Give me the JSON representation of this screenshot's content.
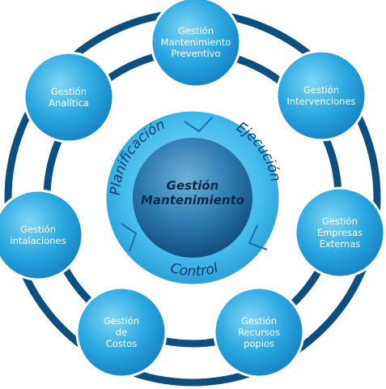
{
  "center": {
    "line1": "Gestión",
    "line2": "Mantenimiento"
  },
  "cycle": {
    "planificacion": "Planificación",
    "ejecucion": "Ejecución",
    "control": "Control"
  },
  "nodes": [
    {
      "id": "preventivo",
      "lines": [
        "Gestión",
        "Mantenimiento",
        "Preventivo"
      ]
    },
    {
      "id": "intervenciones",
      "lines": [
        "Gestión",
        "Intervenciones"
      ]
    },
    {
      "id": "empresas",
      "lines": [
        "Gestión",
        "Empresas",
        "Externas"
      ]
    },
    {
      "id": "recursos",
      "lines": [
        "Gestión",
        "Recursos",
        "popios"
      ]
    },
    {
      "id": "costos",
      "lines": [
        "Gestión",
        "de",
        "Costos"
      ]
    },
    {
      "id": "instalaciones",
      "lines": [
        "Gestión",
        "intalaciones"
      ]
    },
    {
      "id": "analitica",
      "lines": [
        "Gestión",
        "Analítica"
      ]
    }
  ],
  "colors": {
    "ring": "#0d4f7e",
    "node_light": "#5cc4ee",
    "node_dark": "#1690cf",
    "center_ring": "#39b7ea",
    "center_core": "#1e6ea3",
    "text": "#ffffff"
  }
}
